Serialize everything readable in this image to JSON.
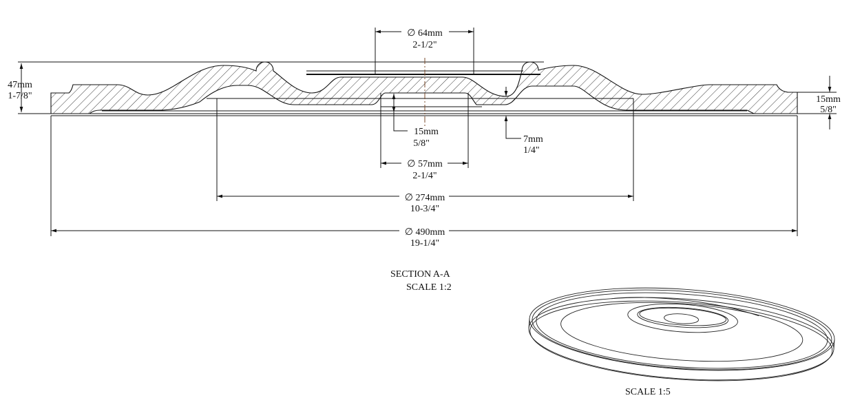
{
  "section": {
    "title": "SECTION  A-A",
    "scale": "SCALE  1:2"
  },
  "iso": {
    "scale": "SCALE  1:5"
  },
  "dims": {
    "d64": {
      "mm": "∅ 64mm",
      "in": "2-1/2\""
    },
    "d57": {
      "mm": "∅ 57mm",
      "in": "2-1/4\""
    },
    "d274": {
      "mm": "∅ 274mm",
      "in": "10-3/4\""
    },
    "d490": {
      "mm": "∅ 490mm",
      "in": "19-1/4\""
    },
    "h47": {
      "mm": "47mm",
      "in": "1-7/8\""
    },
    "h15_edge": {
      "mm": "15mm",
      "in": "5/8\""
    },
    "h15_hub": {
      "mm": "15mm",
      "in": "5/8\""
    },
    "h7": {
      "mm": "7mm",
      "in": "1/4\""
    }
  },
  "colors": {
    "line": "#111111",
    "centerline": "#7a4a2a"
  }
}
